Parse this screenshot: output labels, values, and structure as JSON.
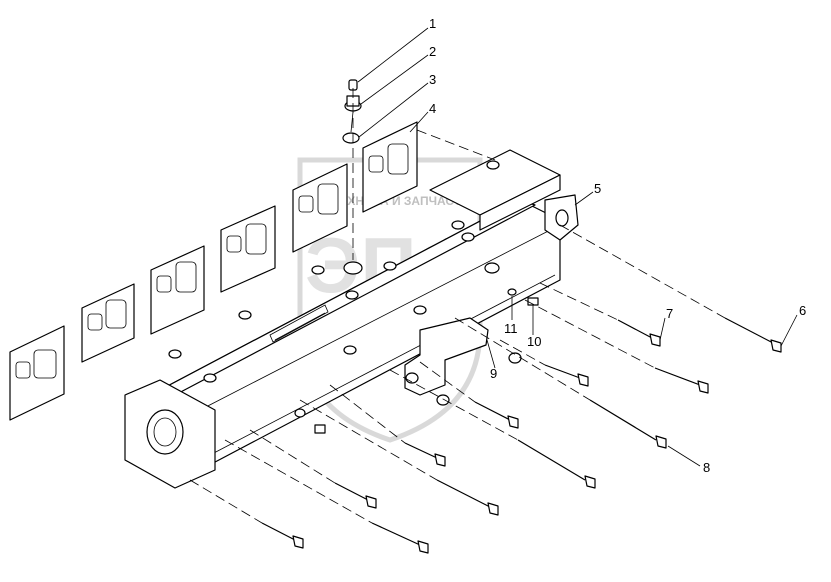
{
  "diagram": {
    "callouts": [
      "1",
      "2",
      "3",
      "4",
      "5",
      "6",
      "7",
      "8",
      "9",
      "10",
      "11"
    ]
  },
  "watermark": {
    "line1": "ТЕХНИКА И ЗАПЧАСТИ",
    "logo_text": "ЭПФ"
  }
}
